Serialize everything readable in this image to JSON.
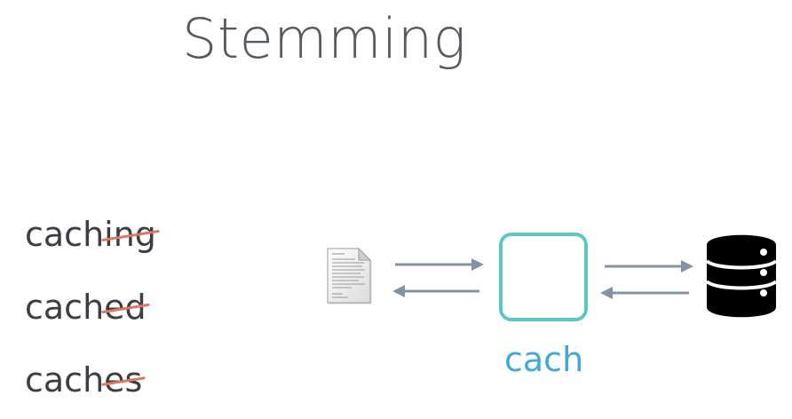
{
  "slide": {
    "title": "Stemming"
  },
  "words": [
    {
      "stem": "cach",
      "suffix": "ing"
    },
    {
      "stem": "cach",
      "suffix": "ed"
    },
    {
      "stem": "cach",
      "suffix": "es"
    }
  ],
  "diagram": {
    "stem_result": "cach",
    "colors": {
      "strike": "#e0765f",
      "box_border": "#5cc8c1",
      "stem_text": "#42a9d6",
      "arrow": "#8393a5"
    }
  }
}
